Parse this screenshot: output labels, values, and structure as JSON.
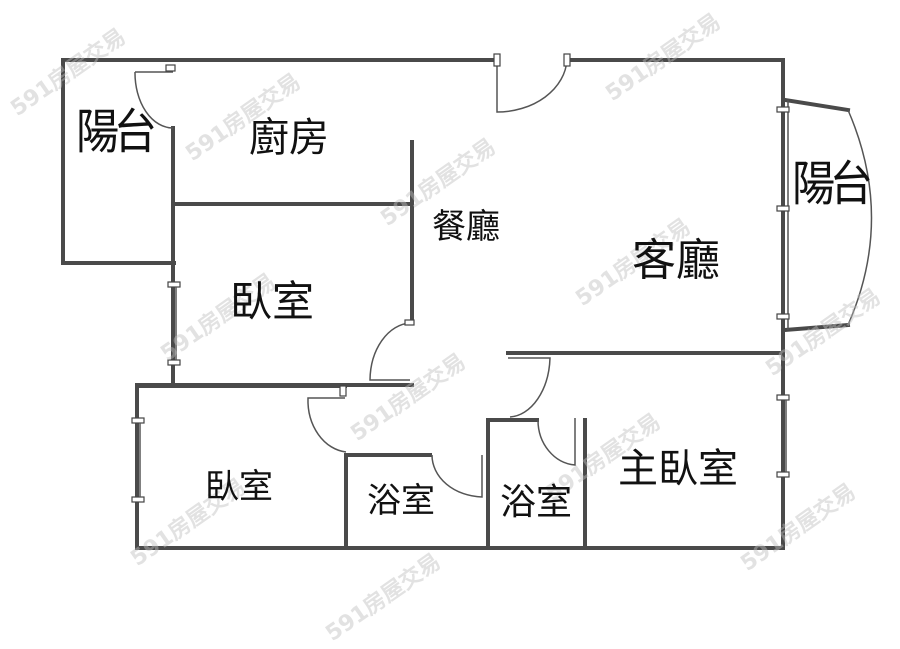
{
  "watermark": "591房屋交易",
  "rooms": {
    "balcony_left": "陽台",
    "kitchen": "廚房",
    "dining": "餐廳",
    "living": "客廳",
    "balcony_right": "陽台",
    "bedroom_1": "臥室",
    "bedroom_2": "臥室",
    "bathroom_1": "浴室",
    "bathroom_2": "浴室",
    "master_bedroom": "主臥室"
  },
  "colors": {
    "wall": "#4a4a4a",
    "text": "#111111"
  }
}
